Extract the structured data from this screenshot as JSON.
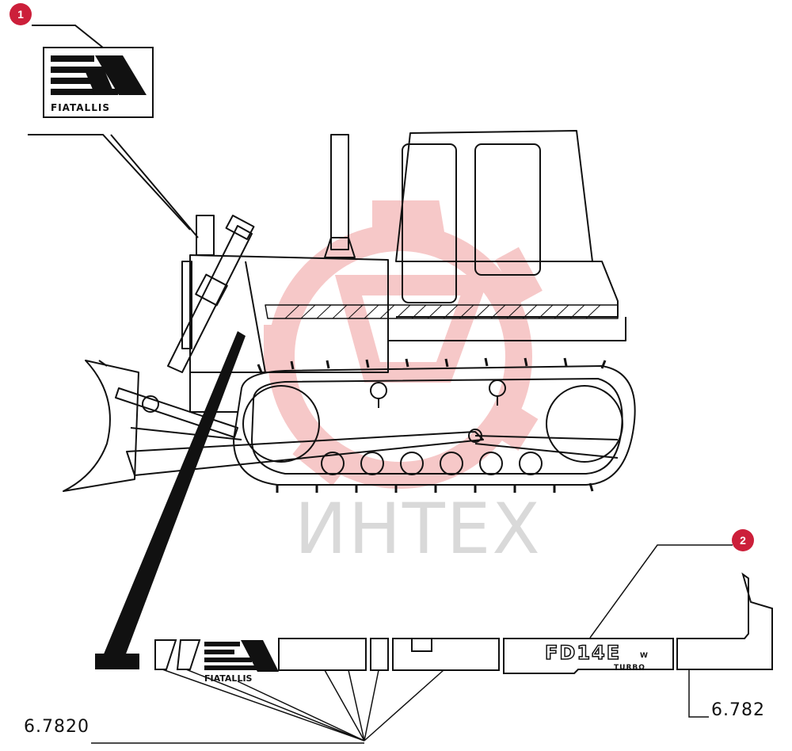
{
  "callouts": [
    {
      "label": "1"
    },
    {
      "label": "2"
    }
  ],
  "part_refs": {
    "left": "6.7820",
    "right": "6.782"
  },
  "decal": {
    "brand": "FIATALLIS",
    "model": "FD14E",
    "model_suffix": "W",
    "model_sub": "TURBO"
  },
  "watermark": {
    "text": "ИНТЕХ",
    "color": "#d9d9d9",
    "gear_color": "#f4b6b6"
  },
  "colors": {
    "callout": "#cc1f3a",
    "line": "#111111"
  }
}
